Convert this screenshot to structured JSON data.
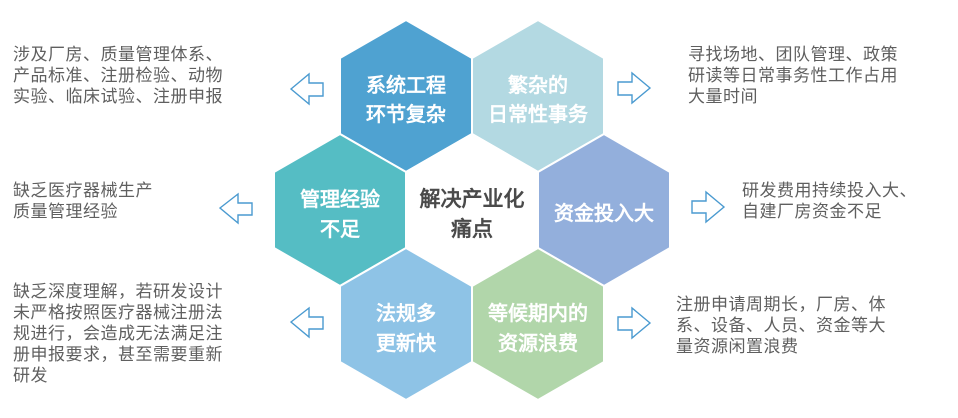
{
  "title": "解决产业化痛点",
  "colors": {
    "outline_arrow": "#4a9ad0",
    "desc_text": "#5f5f5f",
    "center_text": "#4a4a4a",
    "hex_top_left": "#4fa2d1",
    "hex_top_right": "#b3d9e2",
    "hex_mid_left": "#55bdc4",
    "hex_center": "#ffffff",
    "hex_mid_right": "#93afdc",
    "hex_bottom_left": "#8ec3e6",
    "hex_bottom_right": "#b1d6aa"
  },
  "center": {
    "line1": "解决产业化",
    "line2": "痛点"
  },
  "hexes": {
    "top_left": {
      "line1": "系统工程",
      "line2": "环节复杂"
    },
    "top_right": {
      "line1": "繁杂的",
      "line2": "日常性事务"
    },
    "mid_left": {
      "line1": "管理经验",
      "line2": "不足"
    },
    "mid_right": {
      "line1": "资金投入大"
    },
    "bottom_left": {
      "line1": "法规多",
      "line2": "更新快"
    },
    "bottom_right": {
      "line1": "等候期内的",
      "line2": "资源浪费"
    }
  },
  "descriptions": {
    "top_left": "涉及厂房、质量管理体系、\n产品标准、注册检验、动物\n实验、临床试验、注册申报",
    "top_right": "寻找场地、团队管理、政策\n研读等日常事务性工作占用\n大量时间",
    "mid_left": "缺乏医疗器械生产\n质量管理经验",
    "mid_right": "研发费用持续投入大、\n自建厂房资金不足",
    "bottom_left": "缺乏深度理解，若研发设计\n未严格按照医疗器械注册法\n规进行，会造成无法满足注\n册申报要求，甚至需要重新\n研发",
    "bottom_right": "注册申请周期长，厂房、体\n系、设备、人员、资金等大\n量资源闲置浪费"
  },
  "arrows": {
    "top_left": "left-arrow-icon",
    "top_right": "right-arrow-icon",
    "mid_left": "left-arrow-icon",
    "mid_right": "right-arrow-icon",
    "bottom_left": "left-arrow-icon",
    "bottom_right": "right-arrow-icon"
  }
}
